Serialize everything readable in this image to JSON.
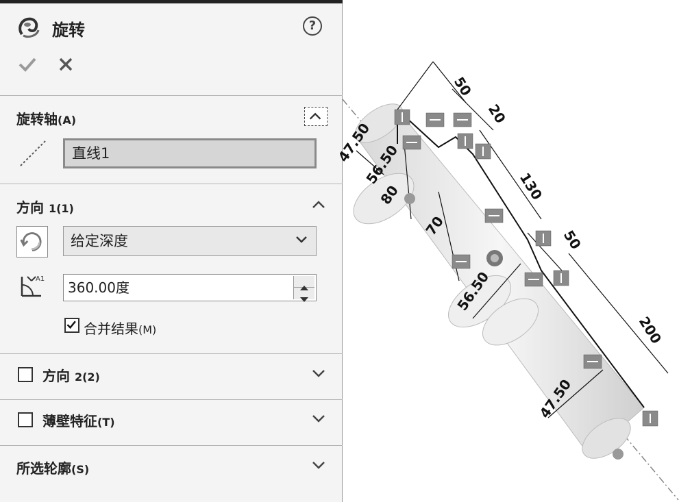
{
  "feature": {
    "title": "旋转",
    "help_glyph": "?"
  },
  "actions": {
    "ok_icon": "checkmark-icon",
    "cancel_icon": "close-icon"
  },
  "axis_section": {
    "title": "旋转轴",
    "title_suffix": "(A)",
    "value": "直线1"
  },
  "direction1": {
    "title": "方向",
    "title_suffix": "1(1)",
    "end_condition": "给定深度",
    "angle": "360.00度",
    "merge_label": "合并结果",
    "merge_suffix": "(M)",
    "merge_checked": true
  },
  "direction2": {
    "label": "方向",
    "label_suffix": "2(2)",
    "checked": false
  },
  "thin_feature": {
    "label": "薄壁特征",
    "label_suffix": "(T)",
    "checked": false
  },
  "selected_contours": {
    "title": "所选轮廓",
    "title_suffix": "(S)"
  },
  "drawing": {
    "dimensions": {
      "d50a": "50",
      "d20": "20",
      "d47_50a": "47.50",
      "d56_50a": "56.50",
      "d80": "80",
      "d70": "70",
      "d130": "130",
      "d50b": "50",
      "d56_50b": "56.50",
      "d200": "200",
      "d47_50b": "47.50"
    }
  }
}
